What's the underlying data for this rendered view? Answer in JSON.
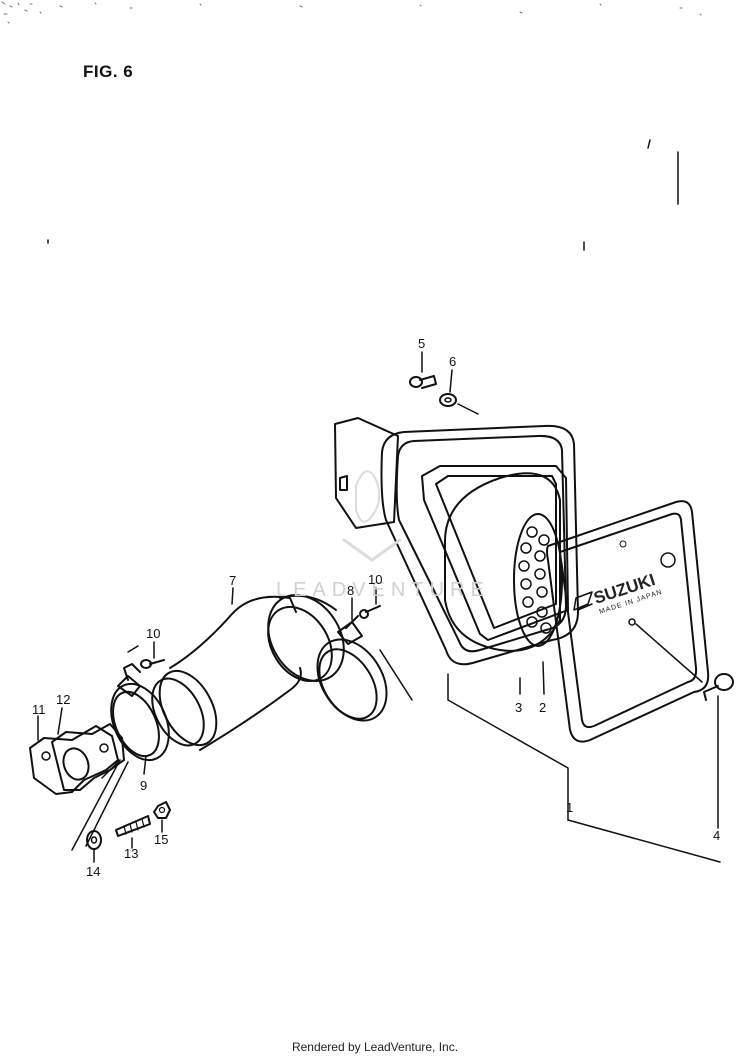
{
  "figure": {
    "title": "FIG. 6"
  },
  "watermark": "LEADVENTURE",
  "cover_logo": {
    "brand": "SUZUKI",
    "subtext": "MADE IN JAPAN"
  },
  "callouts": {
    "p1": "1",
    "p2": "2",
    "p3": "3",
    "p4": "4",
    "p5": "5",
    "p6": "6",
    "p7": "7",
    "p8": "8",
    "p9": "9",
    "p10a": "10",
    "p10b": "10",
    "p11": "11",
    "p12": "12",
    "p13": "13",
    "p14": "14",
    "p15": "15"
  },
  "footer": "Rendered by LeadVenture, Inc."
}
